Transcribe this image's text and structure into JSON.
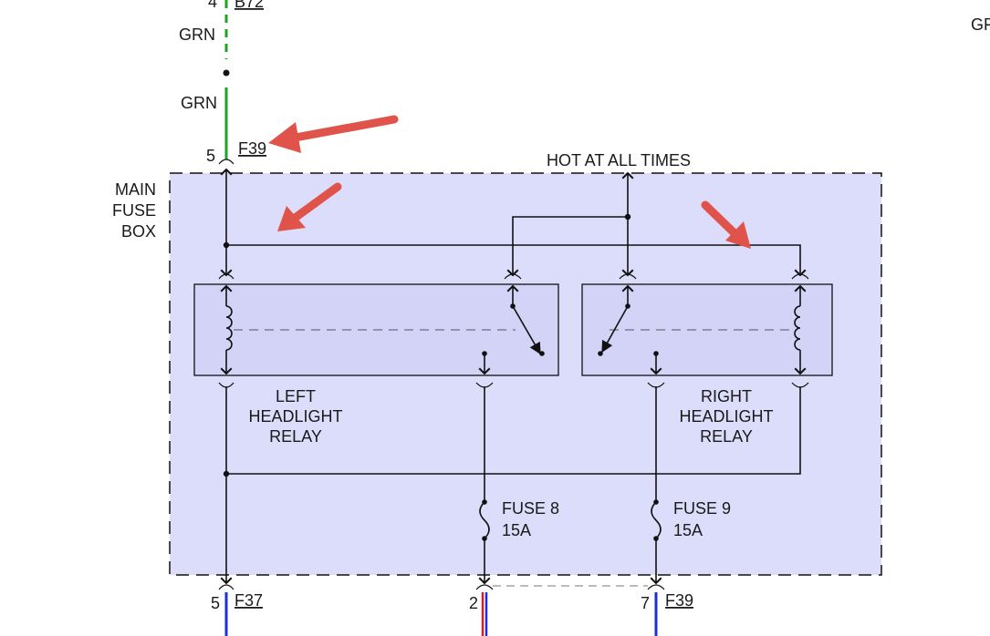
{
  "colors": {
    "fuse_box_fill": "#dcdcfb",
    "relay_fill": "#d3d3f8",
    "wire_green": "#1fa51f",
    "wire_blue": "#1e2fd8",
    "wire_red": "#cc2222",
    "arrow": "#e0534a"
  },
  "top": {
    "pin_top": "4",
    "connector_top": "B72",
    "wire_label_1": "GRN",
    "wire_label_2": "GRN",
    "pin_f39": "5",
    "connector_f39": "F39",
    "edge_text": "GF"
  },
  "fuse_box": {
    "label": [
      "MAIN",
      "FUSE",
      "BOX"
    ],
    "hot_label": "HOT AT ALL TIMES"
  },
  "relays": {
    "left_label": [
      "LEFT",
      "HEADLIGHT",
      "RELAY"
    ],
    "right_label": [
      "RIGHT",
      "HEADLIGHT",
      "RELAY"
    ]
  },
  "fuses": {
    "fuse8_name": "FUSE 8",
    "fuse8_rating": "15A",
    "fuse9_name": "FUSE 9",
    "fuse9_rating": "15A"
  },
  "bottom": {
    "pin_f37": "5",
    "connector_f37": "F37",
    "pin_mid": "2",
    "pin_f39b": "7",
    "connector_f39b": "F39"
  }
}
